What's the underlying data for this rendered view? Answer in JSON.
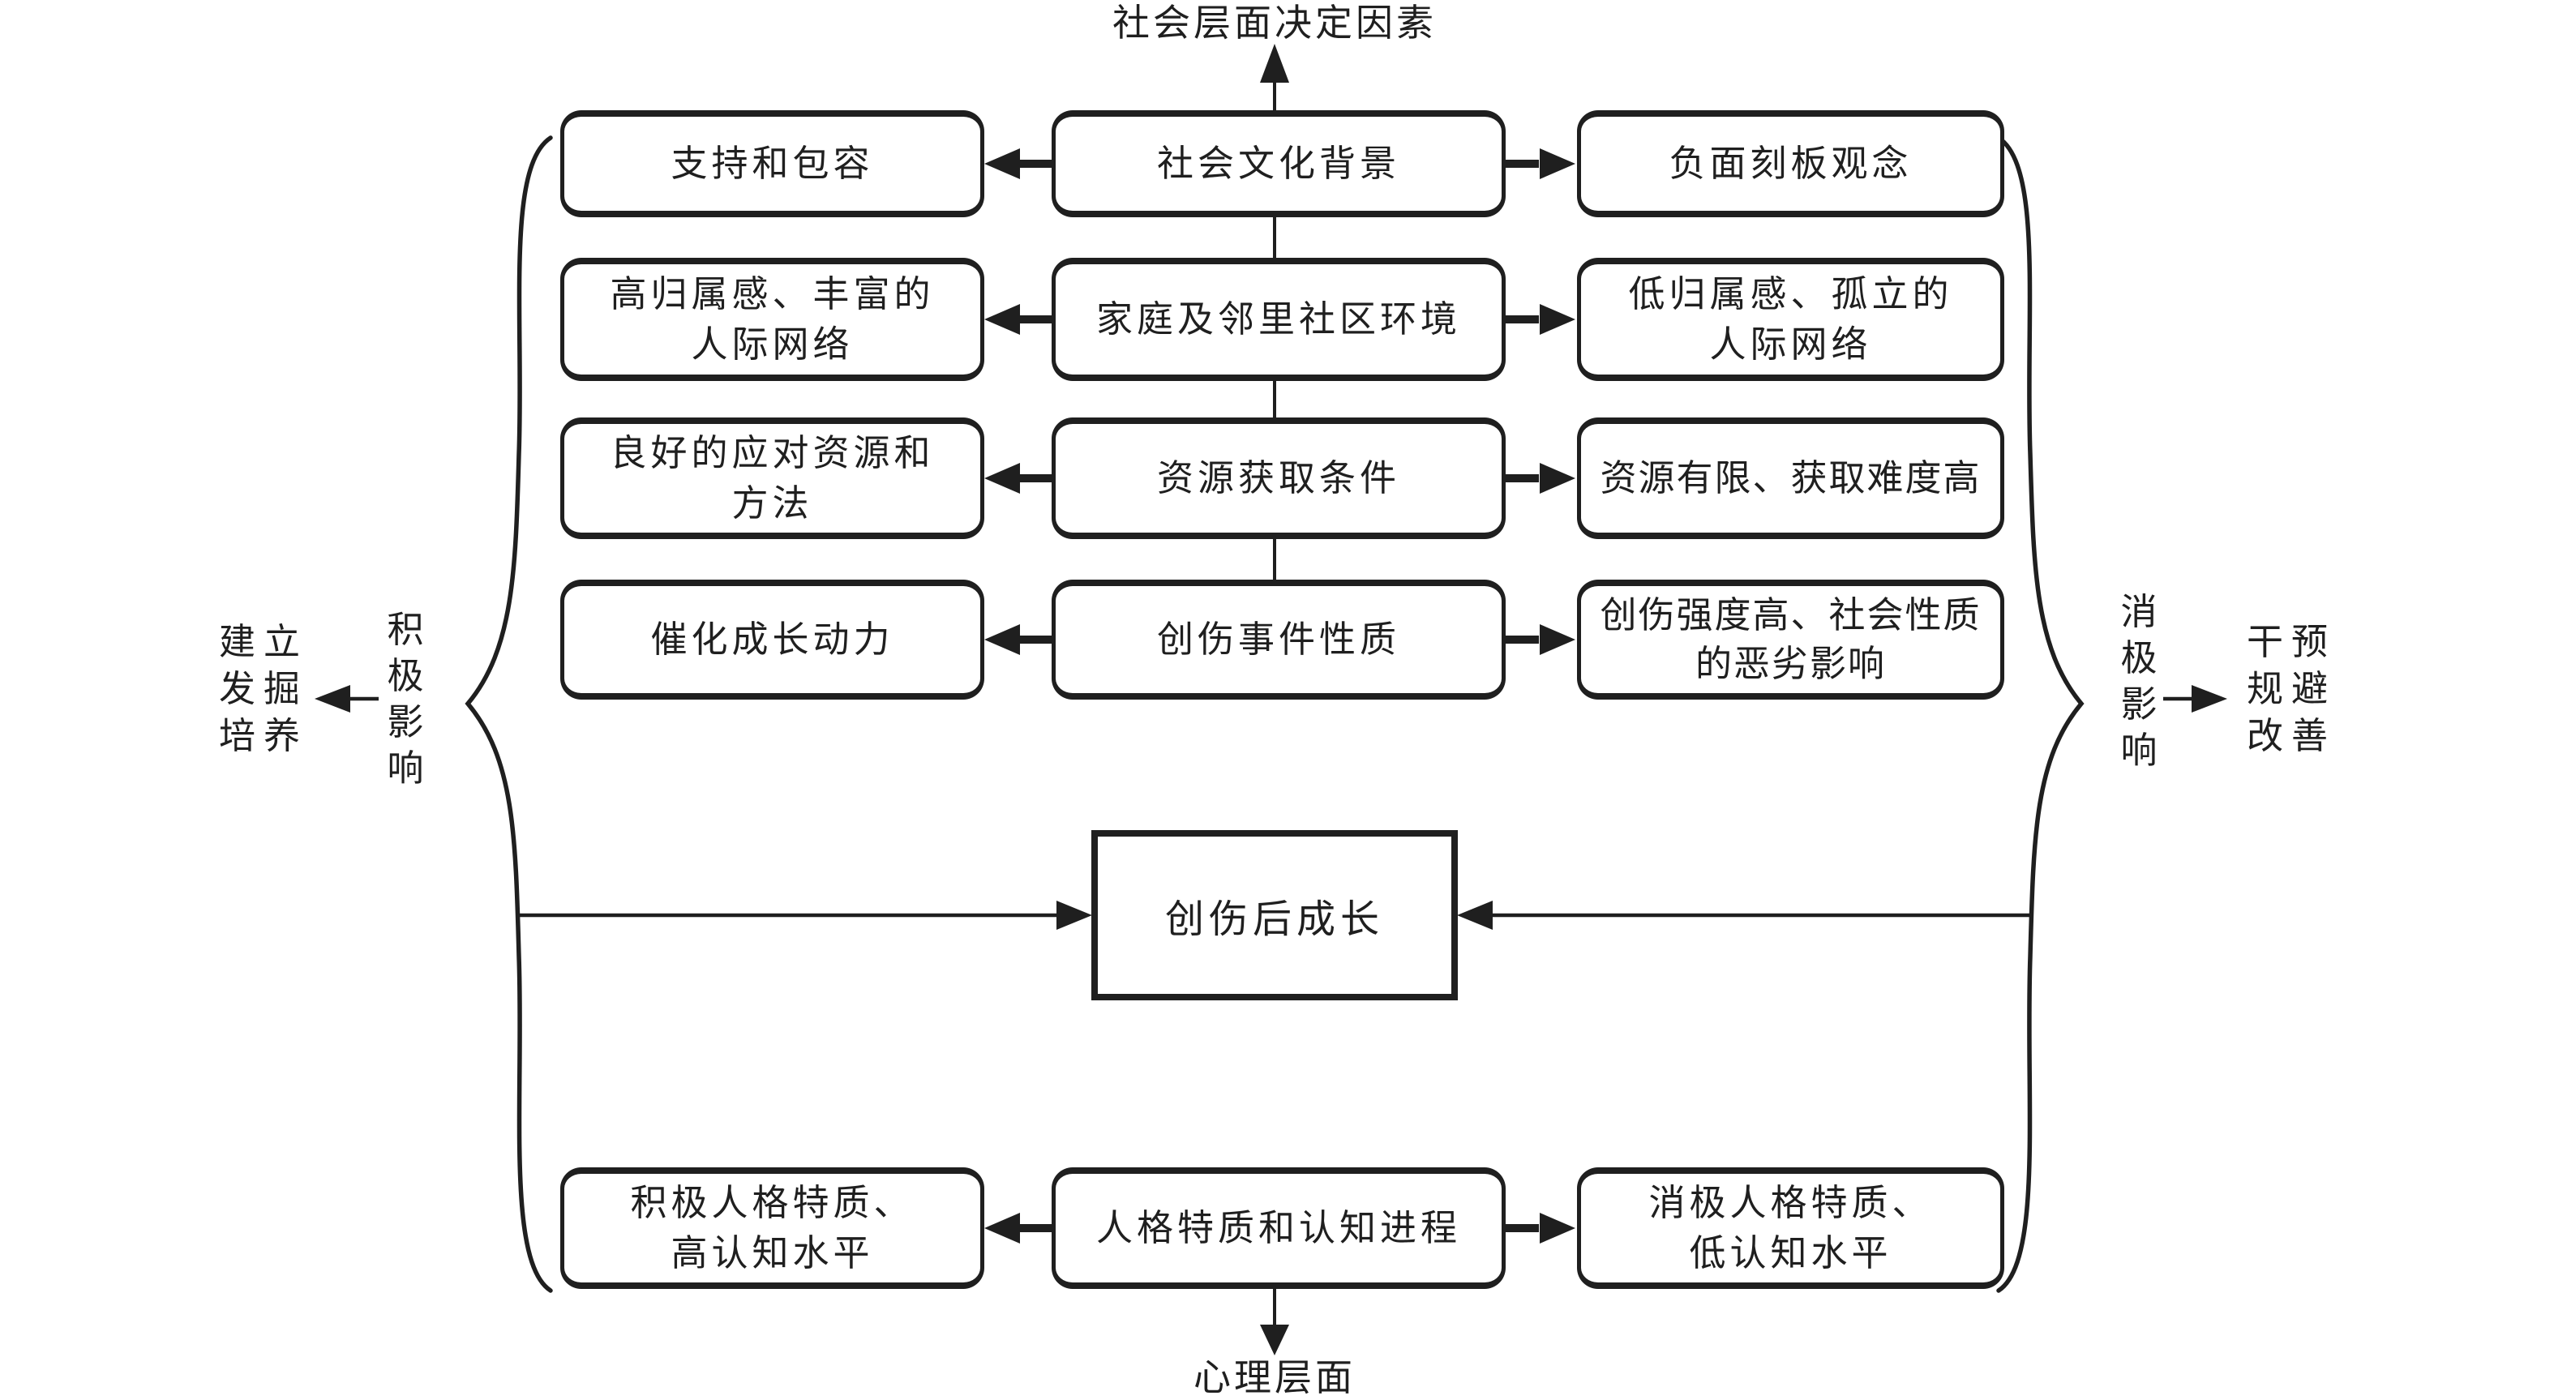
{
  "meta": {
    "background": "#ffffff",
    "ink": "#1f1f1f"
  },
  "diagram": {
    "top_axis_label": "社会层面决定因素",
    "bottom_axis_label": "心理层面",
    "center_box": "创伤后成长",
    "rows": [
      {
        "left": "支持和包容",
        "center": "社会文化背景",
        "right": "负面刻板观念"
      },
      {
        "left": "高归属感、丰富的\n人际网络",
        "center": "家庭及邻里社区环境",
        "right": "低归属感、孤立的\n人际网络"
      },
      {
        "left": "良好的应对资源和\n方法",
        "center": "资源获取条件",
        "right": "资源有限、获取难度高"
      },
      {
        "left": "催化成长动力",
        "center": "创伤事件性质",
        "right": "创伤强度高、社会性质\n的恶劣影响"
      },
      {
        "left": "积极人格特质、\n高认知水平",
        "center": "人格特质和认知进程",
        "right": "消极人格特质、\n低认知水平"
      }
    ],
    "left_side": {
      "influence": "积\n极\n影\n响",
      "outcome": "建立\n发掘\n培养"
    },
    "right_side": {
      "influence": "消\n极\n影\n响",
      "outcome": "干预\n规避\n改善"
    }
  }
}
